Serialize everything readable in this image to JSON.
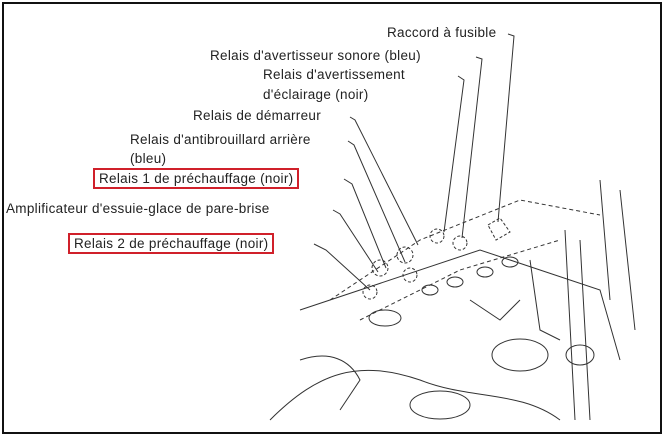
{
  "labels": {
    "raccord": "Raccord à fusible",
    "avertisseur": "Relais d'avertisseur sonore (bleu)",
    "avertissement_1": "Relais d'avertissement",
    "avertissement_2": "d'éclairage (noir)",
    "demarreur": "Relais de démarreur",
    "antibrouillard_1": "Relais d'antibrouillard arrière",
    "antibrouillard_2": "(bleu)",
    "prechauffage_1": "Relais 1 de préchauffage (noir)",
    "amplificateur": "Amplificateur d'essuie-glace de pare-brise",
    "prechauffage_2": "Relais 2 de préchauffage (noir)"
  },
  "highlight_color": "#d0202a"
}
